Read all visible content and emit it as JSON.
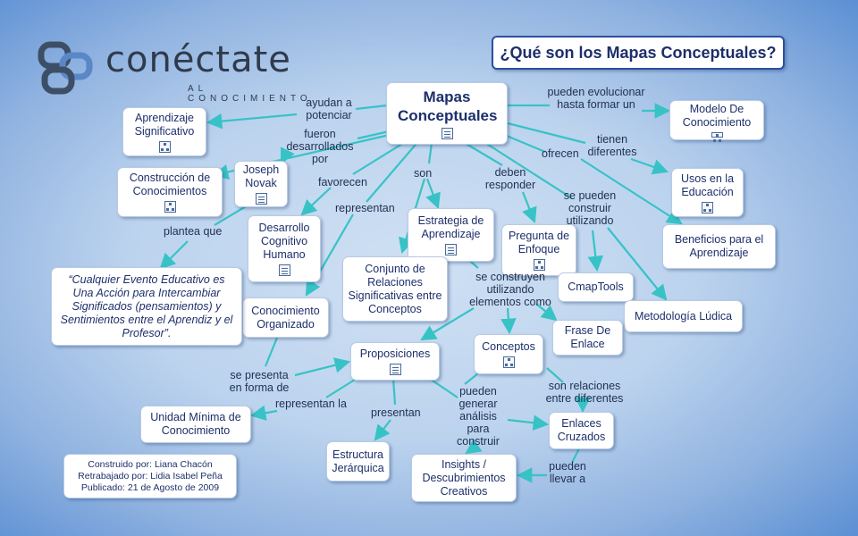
{
  "title": "¿Qué son los Mapas Conceptuales?",
  "logo": {
    "word": "conéctate",
    "sub": "AL CONOCIMIENTO"
  },
  "nodes": {
    "mapas": "Mapas Conceptuales",
    "aprendizaje_significativo": "Aprendizaje Significativo",
    "construccion": "Construcción de Conocimientos",
    "joseph_novak": "Joseph Novak",
    "desarrollo": "Desarrollo Cognitivo Humano",
    "estrategia": "Estrategia de Aprendizaje",
    "pregunta": "Pregunta de Enfoque",
    "modelo": "Modelo De Conocimiento",
    "usos": "Usos en la Educación",
    "beneficios": "Beneficios para el Aprendizaje",
    "conjunto": "Conjunto de Relaciones Significativas entre Conceptos",
    "cmaptools": "CmapTools",
    "metodologia": "Metodología Lúdica",
    "frase": "Frase De Enlace",
    "conocimiento_org": "Conocimiento Organizado",
    "proposiciones": "Proposiciones",
    "conceptos": "Conceptos",
    "unidad": "Unidad Mínima de Conocimiento",
    "enlaces": "Enlaces Cruzados",
    "estructura": "Estructura Jerárquica",
    "insights": "Insights / Descubrimientos Creativos"
  },
  "quote": "“Cualquier Evento Educativo es Una Acción para Intercambiar Significados (pensamientos) y Sentimientos entre el Aprendiz y el Profesor”.",
  "credits": {
    "line1": "Construido por: Liana Chacón",
    "line2": "Retrabajado por: Lidia Isabel Peña",
    "line3": "Publicado: 21 de Agosto de 2009"
  },
  "links": {
    "ayudan": "ayudan a potenciar",
    "fueron": "fueron desarrollados por",
    "favorecen": "favorecen",
    "representan": "representan",
    "son": "son",
    "deben": "deben responder",
    "pueden_evolucionar": "pueden evolucionar hasta formar un",
    "tienen": "tienen diferentes",
    "ofrecen": "ofrecen",
    "se_pueden": "se pueden construir utilizando",
    "plantea": "plantea que",
    "se_construyen": "se construyen utilizando elementos como",
    "se_presenta": "se presenta en forma de",
    "representan_la": "representan la",
    "presentan": "presentan",
    "pueden_generar": "pueden generar análisis para construir",
    "son_relaciones": "son relaciones entre diferentes",
    "pueden_llevar": "pueden llevar a"
  },
  "colors": {
    "edge": "#37c3c6",
    "node_text": "#1d2f6b",
    "title_border": "#2d4ea3"
  },
  "icons": {
    "document": "document-icon",
    "concept_map": "concept-map-icon"
  }
}
